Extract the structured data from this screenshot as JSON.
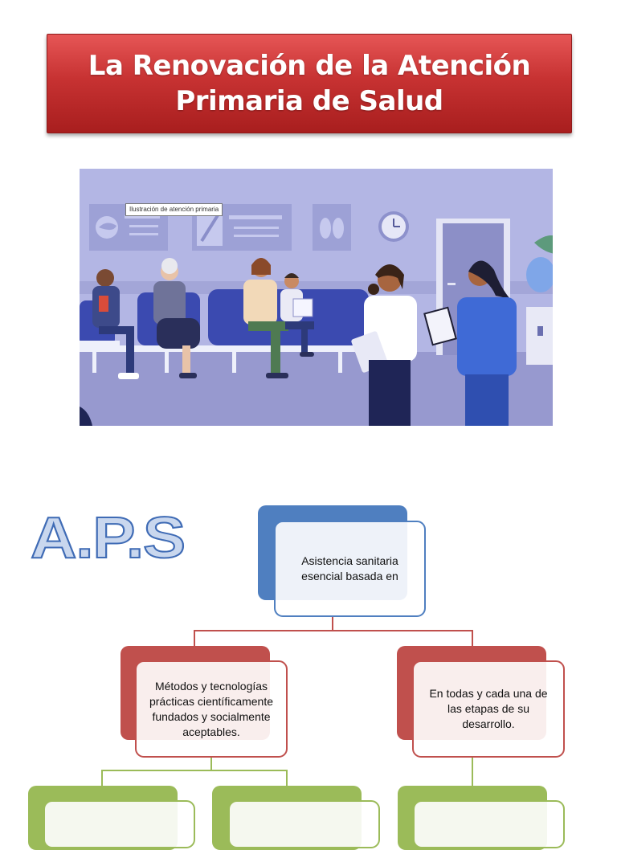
{
  "title": {
    "line1": "La Renovación de la Atención",
    "line2": "Primaria de Salud"
  },
  "illustration": {
    "tooltip": "Ilustración de atención primaria"
  },
  "heading": "A.P.S",
  "diagram": {
    "root": {
      "text": "Asistencia sanitaria esencial basada en"
    },
    "left": {
      "text": "Métodos y tecnologías prácticas científicamente fundados  y socialmente aceptables."
    },
    "right": {
      "text": "En todas y cada una de las etapas de su desarrollo."
    }
  },
  "colors": {
    "banner": "#c73232",
    "blue": "#4f7fc0",
    "red": "#c0504d",
    "green": "#9bbb59",
    "heading_fill": "#c9d7ee"
  }
}
